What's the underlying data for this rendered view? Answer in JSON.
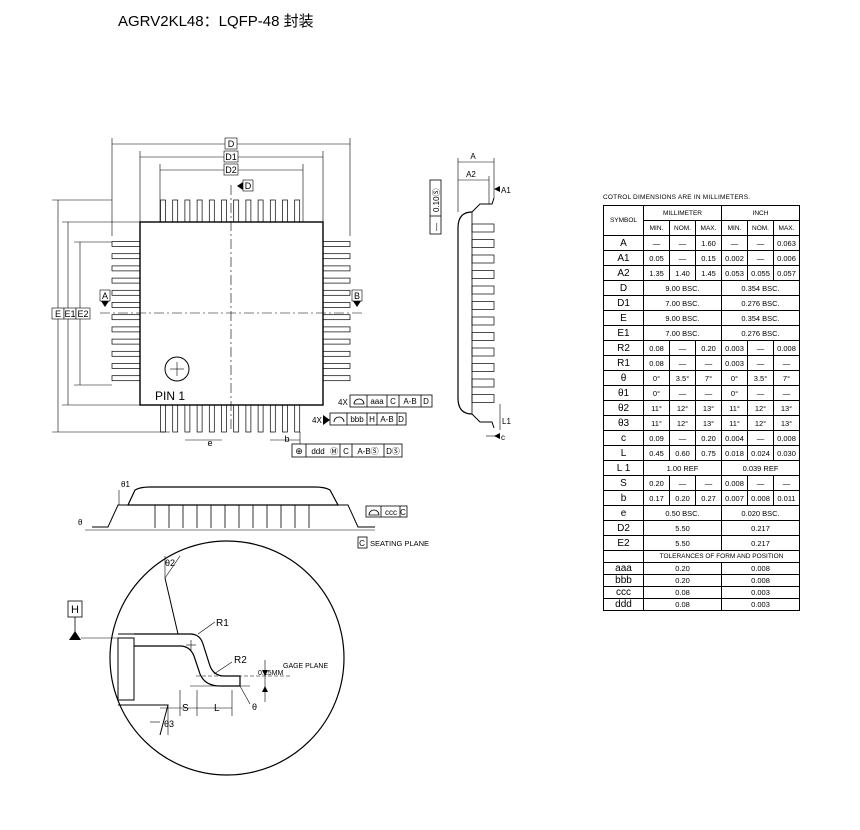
{
  "title": "AGRV2KL48：LQFP-48 封装",
  "top_view": {
    "dims": [
      "D",
      "D1",
      "D2",
      "E",
      "E1",
      "E2"
    ],
    "datums": [
      "A",
      "B",
      "D"
    ],
    "pin1_label": "PIN 1",
    "lead_labels": [
      "e",
      "b"
    ],
    "fcf_aaa": {
      "prefix": "4X",
      "cells": [
        "aaa",
        "C",
        "A-B",
        "D"
      ]
    },
    "fcf_bbb": {
      "prefix": "4X",
      "cells": [
        "bbb",
        "H",
        "A-B",
        "D"
      ]
    },
    "fcf_ddd": {
      "cells": [
        "⊕",
        "ddd",
        "Ⓜ",
        "C",
        "A-BⓈ",
        "DⓈ"
      ]
    }
  },
  "side_view": {
    "dims": [
      "A",
      "A2",
      "A1",
      "L1",
      "c"
    ],
    "tolerance_box": [
      "0.10Ⓢ",
      "—"
    ]
  },
  "front_view": {
    "theta_label": "θ1",
    "theta_small": "θ",
    "fcf_ccc": [
      "ccc",
      "C"
    ],
    "seating_datum": "C",
    "seating_label": "SEATING PLANE"
  },
  "detail_view": {
    "datum": "H",
    "labels": [
      "θ2",
      "R1",
      "R2",
      "GAGE PLANE",
      "0.25MM",
      "S",
      "L",
      "θ3",
      "θ"
    ]
  },
  "table": {
    "caption": "COTROL DIMENSIONS ARE IN MILLIMETERS.",
    "col_symbol": "SYMBOL",
    "group_mm": "MILLIMETER",
    "group_inch": "INCH",
    "sub": [
      "MIN.",
      "NOM.",
      "MAX.",
      "MIN.",
      "NOM.",
      "MAX."
    ],
    "rows": [
      {
        "sym": "A",
        "v": [
          "—",
          "—",
          "1.60",
          "—",
          "—",
          "0.063"
        ]
      },
      {
        "sym": "A1",
        "v": [
          "0.05",
          "—",
          "0.15",
          "0.002",
          "—",
          "0.006"
        ]
      },
      {
        "sym": "A2",
        "v": [
          "1.35",
          "1.40",
          "1.45",
          "0.053",
          "0.055",
          "0.057"
        ]
      },
      {
        "sym": "D",
        "mm": "9.00 BSC.",
        "inch": "0.354 BSC."
      },
      {
        "sym": "D1",
        "mm": "7.00 BSC.",
        "inch": "0.276 BSC."
      },
      {
        "sym": "E",
        "mm": "9.00 BSC.",
        "inch": "0.354 BSC."
      },
      {
        "sym": "E1",
        "mm": "7.00 BSC.",
        "inch": "0.276 BSC."
      },
      {
        "sym": "R2",
        "v": [
          "0.08",
          "—",
          "0.20",
          "0.003",
          "—",
          "0.008"
        ]
      },
      {
        "sym": "R1",
        "v": [
          "0.08",
          "—",
          "—",
          "0.003",
          "—",
          "—"
        ]
      },
      {
        "sym": "θ",
        "v": [
          "0°",
          "3.5°",
          "7°",
          "0°",
          "3.5°",
          "7°"
        ]
      },
      {
        "sym": "θ1",
        "v": [
          "0°",
          "—",
          "—",
          "0°",
          "—",
          "—"
        ]
      },
      {
        "sym": "θ2",
        "v": [
          "11°",
          "12°",
          "13°",
          "11°",
          "12°",
          "13°"
        ]
      },
      {
        "sym": "θ3",
        "v": [
          "11°",
          "12°",
          "13°",
          "11°",
          "12°",
          "13°"
        ]
      },
      {
        "sym": "c",
        "v": [
          "0.09",
          "—",
          "0.20",
          "0.004",
          "—",
          "0.008"
        ]
      },
      {
        "sym": "L",
        "v": [
          "0.45",
          "0.60",
          "0.75",
          "0.018",
          "0.024",
          "0.030"
        ]
      },
      {
        "sym": "L 1",
        "mm": "1.00 REF",
        "inch": "0.039 REF"
      },
      {
        "sym": "S",
        "v": [
          "0.20",
          "—",
          "—",
          "0.008",
          "—",
          "—"
        ]
      },
      {
        "sym": "b",
        "v": [
          "0.17",
          "0.20",
          "0.27",
          "0.007",
          "0.008",
          "0.011"
        ]
      },
      {
        "sym": "e",
        "mm": "0.50 BSC.",
        "inch": "0.020 BSC."
      },
      {
        "sym": "D2",
        "mm": "5.50",
        "inch": "0.217"
      },
      {
        "sym": "E2",
        "mm": "5.50",
        "inch": "0.217"
      }
    ],
    "tol_title": "TOLERANCES OF FORM AND POSITION",
    "tol_rows": [
      {
        "sym": "aaa",
        "mm": "0.20",
        "inch": "0.008"
      },
      {
        "sym": "bbb",
        "mm": "0.20",
        "inch": "0.008"
      },
      {
        "sym": "ccc",
        "mm": "0.08",
        "inch": "0.003"
      },
      {
        "sym": "ddd",
        "mm": "0.08",
        "inch": "0.003"
      }
    ]
  }
}
